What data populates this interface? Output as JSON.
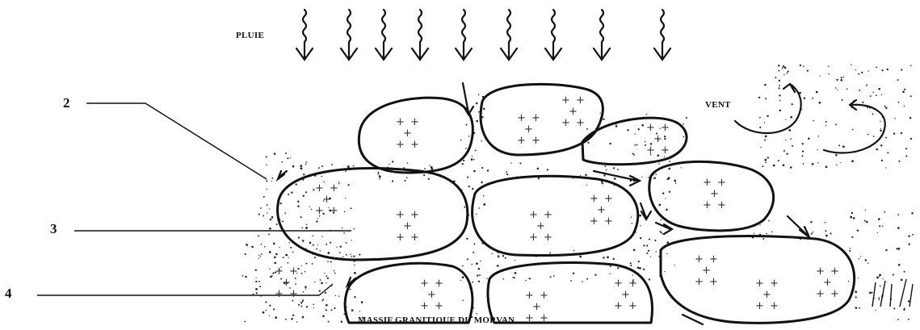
{
  "diagram": {
    "top_label": "PLUIE",
    "wind_label": "VENT",
    "bottom_label": "MASSIF GRANITIQUE DU MORVAN",
    "callouts": [
      "2",
      "3",
      "4"
    ],
    "granite_symbol": "+"
  },
  "colors": {
    "ink": "#111111",
    "background": "#ffffff"
  }
}
